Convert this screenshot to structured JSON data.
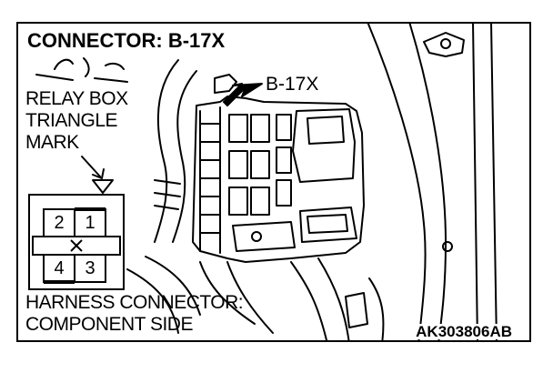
{
  "title": "CONNECTOR: B-17X",
  "pointer_label": "B-17X",
  "relay_note": {
    "line1": "RELAY BOX",
    "line2": "TRIANGLE",
    "line3": "MARK"
  },
  "connector_pins": {
    "top_left": "2",
    "top_right": "1",
    "bottom_left": "4",
    "bottom_right": "3"
  },
  "harness_note": {
    "line1": "HARNESS CONNECTOR:",
    "line2": "COMPONENT SIDE"
  },
  "figure_code": "AK303806AB"
}
